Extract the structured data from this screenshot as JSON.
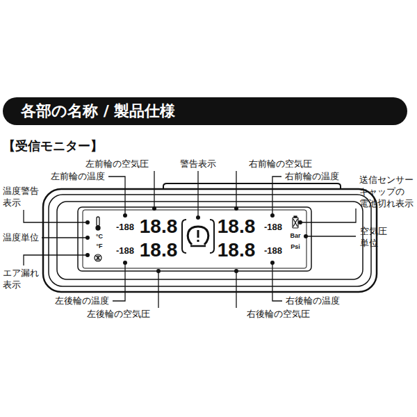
{
  "diagram": {
    "title": "各部の名称 / 製品仕様",
    "labels": [
      "【受信モニター】",
      "左前輪の空気圧",
      "左前輪の温度",
      "警告表示",
      "右前輪の空気圧",
      "右前輪の温度",
      "送信センサー キャップの 電池切れ表示",
      "温度警告 表示",
      "温度単位",
      "空気圧 単位",
      "エア漏れ 表示",
      "-188",
      "18.8",
      "18.8",
      "-188",
      "°C",
      "°F",
      "Bar",
      "Psi",
      "-188",
      "18.8",
      "18.8",
      "-188",
      "左後輪の温度",
      "左後輪の空気圧",
      "右後輪の空気圧",
      "右後輪の温度"
    ]
  }
}
